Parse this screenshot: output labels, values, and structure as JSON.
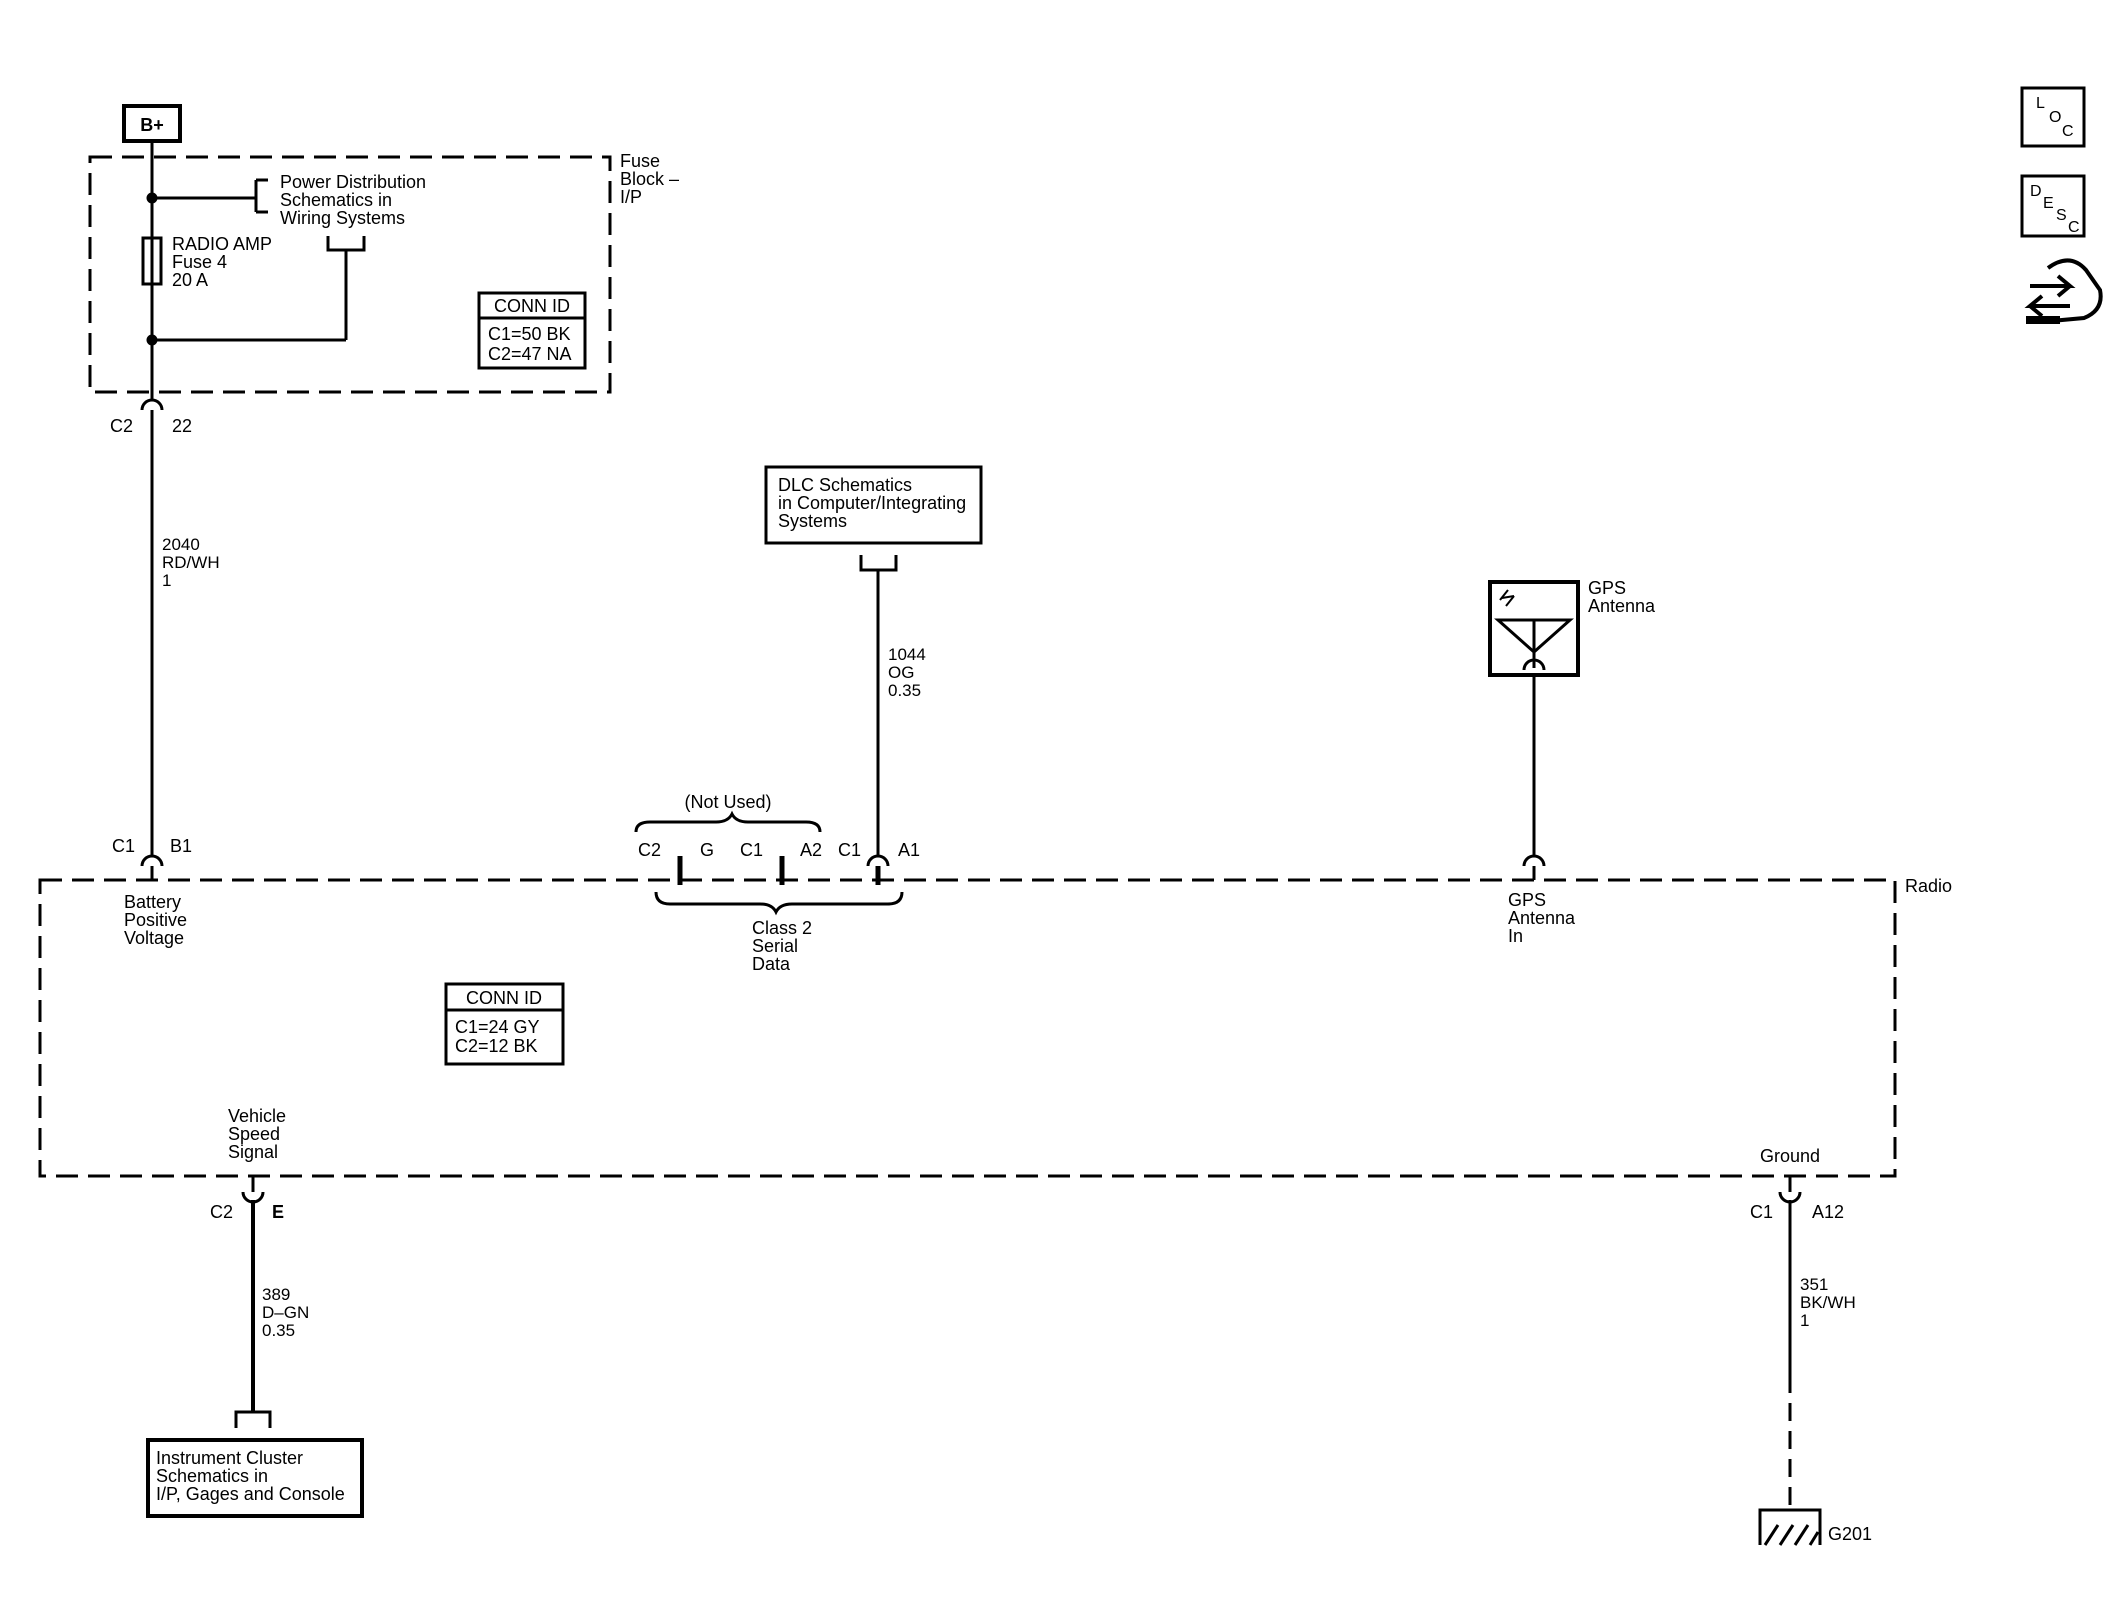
{
  "power_source": {
    "label": "B+"
  },
  "fuse_block": {
    "label_lines": [
      "Fuse",
      "Block –",
      "I/P"
    ],
    "reference_lines": [
      "Power Distribution",
      "Schematics in",
      "Wiring Systems"
    ],
    "fuse_lines": [
      "RADIO AMP",
      "Fuse 4",
      "20 A"
    ],
    "conn_id": {
      "title": "CONN ID",
      "lines": [
        "C1=50 BK",
        "C2=47 NA"
      ]
    },
    "output_connector": {
      "id": "C2",
      "pin": "22"
    }
  },
  "wires": {
    "battery_feed": [
      "2040",
      "RD/WH",
      "1"
    ],
    "data_link": [
      "1044",
      "OG",
      "0.35"
    ],
    "speed_signal": [
      "389",
      "D–GN",
      "0.35"
    ],
    "ground": [
      "351",
      "BK/WH",
      "1"
    ]
  },
  "dlc_reference": {
    "lines": [
      "DLC Schematics",
      "in Computer/Integrating",
      "Systems"
    ]
  },
  "gps_antenna": {
    "label_lines": [
      "GPS",
      "Antenna"
    ]
  },
  "radio": {
    "label": "Radio",
    "conn_id": {
      "title": "CONN ID",
      "lines": [
        "C1=24 GY",
        "C2=12 BK"
      ]
    },
    "connectors": {
      "battery": {
        "id": "C1",
        "pin": "B1",
        "function_lines": [
          "Battery",
          "Positive",
          "Voltage"
        ]
      },
      "not_used_label": "(Not Used)",
      "class2_pins": [
        "C2",
        "G",
        "C1",
        "A2",
        "C1",
        "A1"
      ],
      "class2_function_lines": [
        "Class 2",
        "Serial",
        "Data"
      ],
      "gps_in_lines": [
        "GPS",
        "Antenna",
        "In"
      ],
      "speed": {
        "id": "C2",
        "pin": "E",
        "function_lines": [
          "Vehicle",
          "Speed",
          "Signal"
        ]
      },
      "ground": {
        "id": "C1",
        "pin": "A12",
        "function_label": "Ground"
      }
    }
  },
  "cluster_reference": {
    "lines": [
      "Instrument Cluster",
      "Schematics in",
      "I/P, Gages and Console"
    ]
  },
  "ground_point": {
    "label": "G201"
  },
  "side_icons": {
    "loc": [
      "L",
      "O",
      "C"
    ],
    "desc": [
      "D",
      "E",
      "S",
      "C"
    ],
    "navigation_icon": "harness-arrow-icon"
  }
}
